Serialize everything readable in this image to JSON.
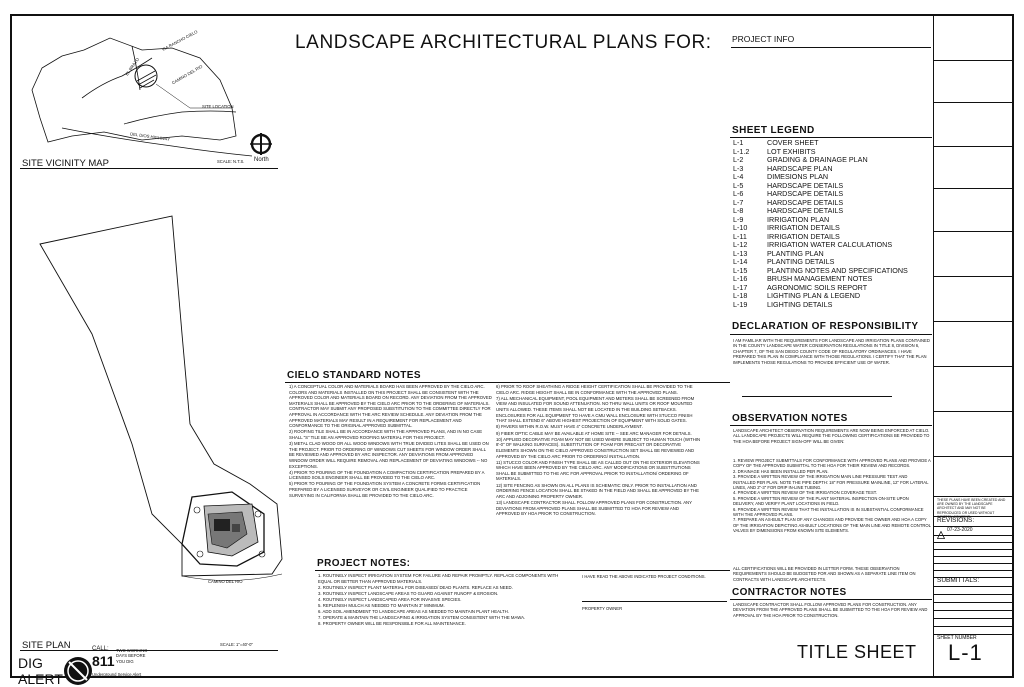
{
  "header": {
    "title": "LANDSCAPE ARCHITECTURAL PLANS FOR:",
    "project_info_label": "PROJECT INFO"
  },
  "vicinity_map": {
    "title": "SITE VICINITY MAP",
    "scale": "SCALE: N.T.S.",
    "north": "North",
    "labels": [
      "VIA RANCHO CIELO",
      "EL BRAZO",
      "CAMINO DEL RIO",
      "SITE LOCATION",
      "DEL DIOS HIGHWAY"
    ]
  },
  "site_plan": {
    "title": "SITE PLAN",
    "scale": "SCALE: 1\"=40'-0\"",
    "street_label": "CAMINO DEL RIO"
  },
  "dig_alert": {
    "word1": "DIG",
    "word2": "ALERT",
    "call": "CALL:",
    "number": "811",
    "text": "TWO WORKING DAYS BEFORE YOU DIG",
    "service": "Underground Service Alert"
  },
  "sheet_legend": {
    "title": "SHEET LEGEND",
    "items": [
      {
        "code": "L-1",
        "name": "COVER SHEET"
      },
      {
        "code": "L-1.2",
        "name": "LOT EXHIBITS"
      },
      {
        "code": "L-2",
        "name": "GRADING & DRAINAGE PLAN"
      },
      {
        "code": "L-3",
        "name": "HARDSCAPE PLAN"
      },
      {
        "code": "L-4",
        "name": "DIMESIONS PLAN"
      },
      {
        "code": "L-5",
        "name": "HARDSCAPE DETAILS"
      },
      {
        "code": "L-6",
        "name": "HARDSCAPE DETAILS"
      },
      {
        "code": "L-7",
        "name": "HARDSCAPE DETAILS"
      },
      {
        "code": "L-8",
        "name": "HARDSCAPE DETAILS"
      },
      {
        "code": "L-9",
        "name": "IRRIGATION PLAN"
      },
      {
        "code": "L-10",
        "name": "IRRIGATION DETAILS"
      },
      {
        "code": "L-11",
        "name": "IRRIGATION DETAILS"
      },
      {
        "code": "L-12",
        "name": "IRRIGATION WATER CALCULATIONS"
      },
      {
        "code": "L-13",
        "name": "PLANTING PLAN"
      },
      {
        "code": "L-14",
        "name": "PLANTING DETAILS"
      },
      {
        "code": "L-15",
        "name": "PLANTING NOTES AND SPECIFICATIONS"
      },
      {
        "code": "L-16",
        "name": "BRUSH MANAGEMENT NOTES"
      },
      {
        "code": "L-17",
        "name": "AGRONOMIC SOILS REPORT"
      },
      {
        "code": "L-18",
        "name": "LIGHTING PLAN & LEGEND"
      },
      {
        "code": "L-19",
        "name": "LIGHTING DETAILS"
      }
    ]
  },
  "declaration": {
    "title": "DECLARATION OF RESPONSIBILITY",
    "text": "I AM FAMILIAR WITH THE REQUIREMENTS FOR LANDSCAPE AND IRRIGATION PLANS CONTAINED IN THE COUNTY LANDSCAPE WATER CONSERVATION REGULATIONS IN TITLE 8, DIVISION 6, CHAPTER 7, OF THE SAN DIEGO COUNTY CODE OF REGULATORY ORDINANCES. I HAVE PREPARED THIS PLAN IN COMPLIANCE WITH THOSE REGULATIONS. I CERTIFY THAT THE PLAN IMPLEMENTS THOSE REGULATIONS TO PROVIDE EFFICIENT USE OF WATER."
  },
  "observation": {
    "title": "OBSERVATION NOTES",
    "intro": "LANDSCAPE ARCHITECT OBSERVATION REQUIREMENTS ARE NOW BEING ENFORCED AT CIELO. ALL LANDSCAPE PROJECTS WILL REQUIRE THE FOLLOWING CERTIFICATIONS BE PROVIDED TO THE HOA BEFORE PROJECT SIGN-OFF WILL BE GIVEN:",
    "items": [
      "1. REVIEW PROJECT SUBMITTALS FOR CONFORMANCE WITH APPROVED PLANS AND PROVIDE A COPY OF THE APPROVED SUBMITTAL TO THE HOA FOR THEIR REVIEW AND RECORDS.",
      "2. DRAINAGE HAS BEEN INSTALLED PER PLAN.",
      "3. PROVIDE A WRITTEN REVIEW OF THE IRRIGATION MAIN LINE PRESSURE TEST AND INSTALLED PER PLAN. NOTE THE PIPE DEPTH: 18\" FOR PRESSURE MAINLINE, 12\" FOR LATERAL LINES, AND 2\"-3\" FOR DRIP IN-LINE TUBING.",
      "4. PROVIDE A WRITTEN REVIEW OF THE IRRIGATION COVERAGE TEST.",
      "5. PROVIDE A WRITTEN REVIEW OF THE PLANT MATERIAL INSPECTION ON-SITE UPON DELIVERY, AND VERIFY PLANT LOCATIONS IN FIELD.",
      "6. PROVIDE A WRITTEN REVIEW THAT THE INSTALLATION IS IN SUBSTANTIAL CONFORMANCE WITH THE APPROVED PLANS.",
      "7. PREPARE AN AS-BUILT PLAN OF ANY CHANGES AND PROVIDE THE OWNER AND HOA A COPY OF THE IRRIGATION DEPICTING AS-BUILT LOCATIONS OF THE MAIN LINE AND REMOTE CONTROL VALVES BY DIMENSIONS FROM KNOWN SITE ELEMENTS."
    ],
    "footer": "ALL CERTIFICATIONS WILL BE PROVIDED IN LETTER FORM. THESE OBSERVATION REQUIREMENTS SHOULD BE BUDGETED FOR AND SHOWN AS A SEPARATE LINE ITEM ON CONTRACTS WITH LANDSCAPE ARCHITECTS."
  },
  "contractor": {
    "title": "CONTRACTOR NOTES",
    "text": "LANDSCAPE CONTRACTOR SHALL FOLLOW APPROVED PLANS FOR CONSTRUCTION. ANY DEVIATION FROM THE APPROVED PLANS SHALL BE SUBMITTED TO THE HOA FOR REVIEW AND APPROVAL BY THE HOA PRIOR TO CONSTRUCTION."
  },
  "cielo": {
    "title": "CIELO STANDARD NOTES",
    "col1": [
      "1) A CONCEPTUAL COLOR AND MATERIALS BOARD HAS BEEN APPROVED BY THE CIELO ARC. COLORS AND MATERIALS INSTALLED ON THIS PROJECT SHALL BE CONSISTENT WITH THE APPROVED COLOR AND MATERIALS BOARD ON RECORD. ANY DEVIATION FROM THE APPROVED MATERIALS SHALL BE APPROVED BY THE CIELO ARC PRIOR TO THE ORDERING OF MATERIALS. CONTRACTOR MAY SUBMIT ANY PROPOSED SUBSTITUTION TO THE COMMITTEE DIRECTLY FOR APPROVAL IN ACCORDANCE WITH THE ARC REVIEW SCHEDULE. ANY DEVIATION FROM THE APPROVED MATERIALS MAY RESULT IN A REQUIREMENT FOR REPLACEMENT AND CONFORMANCE TO THE ORIGINAL APPROVED SUBMITTAL.",
      "2) ROOFING TILE SHALL BE IN ACCORDANCE WITH THE APPROVED PLANS, AND IN NO CASE SHALL \"S\" TILE BE AN APPROVED ROOFING MATERIAL FOR THIS PROJECT.",
      "3) METAL CLAD WOOD OR ALL WOOD WINDOWS WITH TRUE DIVIDED LITES SHALL BE USED ON THE PROJECT. PRIOR TO ORDERING OF WINDOWS CUT SHEETS FOR WINDOW ORDER SHALL BE REVIEWED AND APPROVED BY ARC INSPECTOR. ANY DEVIATIONS FROM APPROVED WINDOW ORDER WILL REQUIRE REMOVAL AND REPLACEMENT OF DEVIATING WINDOWS -- NO EXCEPTIONS.",
      "4) PRIOR TO POURING OF THE FOUNDATION A COMPACTION CERTIFICATION PREPARED BY A LICENSED SOILS ENGINEER SHALL BE PROVIDED TO THE CIELO ARC.",
      "5) PRIOR TO POURING OF THE FOUNDATION SYSTEM A CONCRETE FORMS CERTIFICATION PREPARED BY A LICENSED SURVEYOR OR CIVIL ENGINEER QUALIFIED TO PRACTICE SURVEYING IN CALIFORNIA SHALL BE PROVIDED TO THE CIELO ARC."
    ],
    "col2": [
      "6) PRIOR TO ROOF SHEATHING A RIDGE HEIGHT CERTIFICATION SHALL BE PROVIDED TO THE CIELO ARC. RIDGE HEIGHT SHALL BE IN CONFORMANCE WITH THE APPROVED PLANS.",
      "7) ALL MECHANICAL EQUIPMENT, POOL EQUIPMENT AND METERS SHALL BE SCREENED FROM VIEW AND INSULATED FOR SOUND ATTENUATION. NO THRU WALL UNITS OR ROOF MOUNTED UNITS ALLOWED. THESE ITEMS SHALL NOT BE LOCATED IN THE BUILDING SETBACKS. ENCLOSURES FOR ALL EQUIPMENT TO HAVE A CMU WALL ENCLOSURE WITH STUCCO FINISH THAT SHALL EXTEND 6\" ABOVE HIGHEST PROJECTION OF EQUIPMENT WITH SOLID GATES.",
      "8) PAVERS WITHIN R.O.W. MUST HAVE 4\" CONCRETE UNDERLAYMENT.",
      "9) FIBER OPTIC CABLE MAY BE AVAILABLE AT HOME SITE -- SEE ARC MANAGER FOR DETAILS.",
      "10) APPLIED DECORATIVE FOAM MAY NOT BE USED WHERE SUBJECT TO HUMAN TOUCH (WITHIN 8'-0\" OF WALKING SURFACES). SUBSTITUTION OF FOAM FOR PRECAST OR DECORATIVE ELEMENTS SHOWN ON THE CIELO APPROVED CONSTRUCTION SET SHALL BE REVIEWED AND APPROVED BY THE CIELO ARC PRIOR TO ORDERING/ INSTALLATION.",
      "11) STUCCO COLOR AND FINISH TYPE SHALL BE AS CALLED OUT ON THE EXTERIOR ELEVATIONS WHICH HAVE BEEN APPROVED BY THE CIELO ARC. ANY MODIFICATIONS OR SUBSTITUTIONS SHALL BE SUBMITTED TO THE ARC FOR APPROVAL PRIOR TO INSTALLATION/ ORDERING OF MATERIALS.",
      "12) SITE FENCING AS SHOWN ON ALL PLANS IS SCHEMATIC ONLY. PRIOR TO INSTALLATION AND ORDERING FENCE LOCATION SHALL BE STAKED IN THE FIELD AND SHALL BE APPROVED BY THE ARC AND ADJOINING PROPERTY OWNER.",
      "13) LANDSCAPE CONTRACTOR SHALL FOLLOW APPROVED PLANS FOR CONSTRUCTION. ANY DEVIATIONS FROM APPROVED PLANS SHALL BE SUBMITTED TO HOA FOR REVIEW AND APPROVED BY HOA PRIOR TO CONSTRUCTION."
    ]
  },
  "project_notes": {
    "title": "PROJECT NOTES:",
    "items": [
      "1. ROUTINELY INSPECT IRRIGATION SYSTEM FOR FAILURE AND REPAIR PROMPTLY. REPLACE COMPONENTS WITH EQUAL OR BETTER THAN APPROVED MATERIALS.",
      "2. ROUTINELY INSPECT PLANT MATERIAL FOR DISEASED/ DEAD PLANTS. REPLACE AS NEED.",
      "3. ROUTINELY INSPECT LANDSCAPE AREAS TO GUARD AGAINST RUNOFF & EROSION.",
      "4. ROUTINELY INSPECT LANDSCAPED AREA FOR INVASIVE SPECIES.",
      "5. REPLENISH MULCH AS NEEDED TO MAINTAIN 3\" MINIMUM.",
      "6. ADD SOIL AMENDMENT TO LANDSCAPE AREAS AS NEEDED TO MAINTAIN PLANT HEALTH.",
      "7. OPERATE & MAINTAIN THE LANDSCAPING & IRRIGATION SYSTEM CONSISTENT WITH THE MAWA.",
      "8. PROPERTY OWNER WILL BE RESPONSIBLE FOR ALL MAINTENANCE."
    ],
    "acknowledge": "I HAVE READ THE ABOVE INDICATED PROJECT CONDITIONS.",
    "owner_label": "PROPERTY OWNER"
  },
  "title_block": {
    "note": "THESE PLANS HAVE BEEN CREATED AND ARE OWNED BY THE LANDSCAPE ARCHITECT AND MAY NOT BE REPRODUCED OR USED WITHOUT WRITTEN CONSENT.",
    "revisions_label": "REVISIONS:",
    "revision_date": "07-23-2020",
    "submittals_label": "SUBMITTALS:",
    "sheet_number_label": "SHEET NUMBER",
    "sheet_number": "L-1",
    "sheet_title": "TITLE SHEET"
  }
}
